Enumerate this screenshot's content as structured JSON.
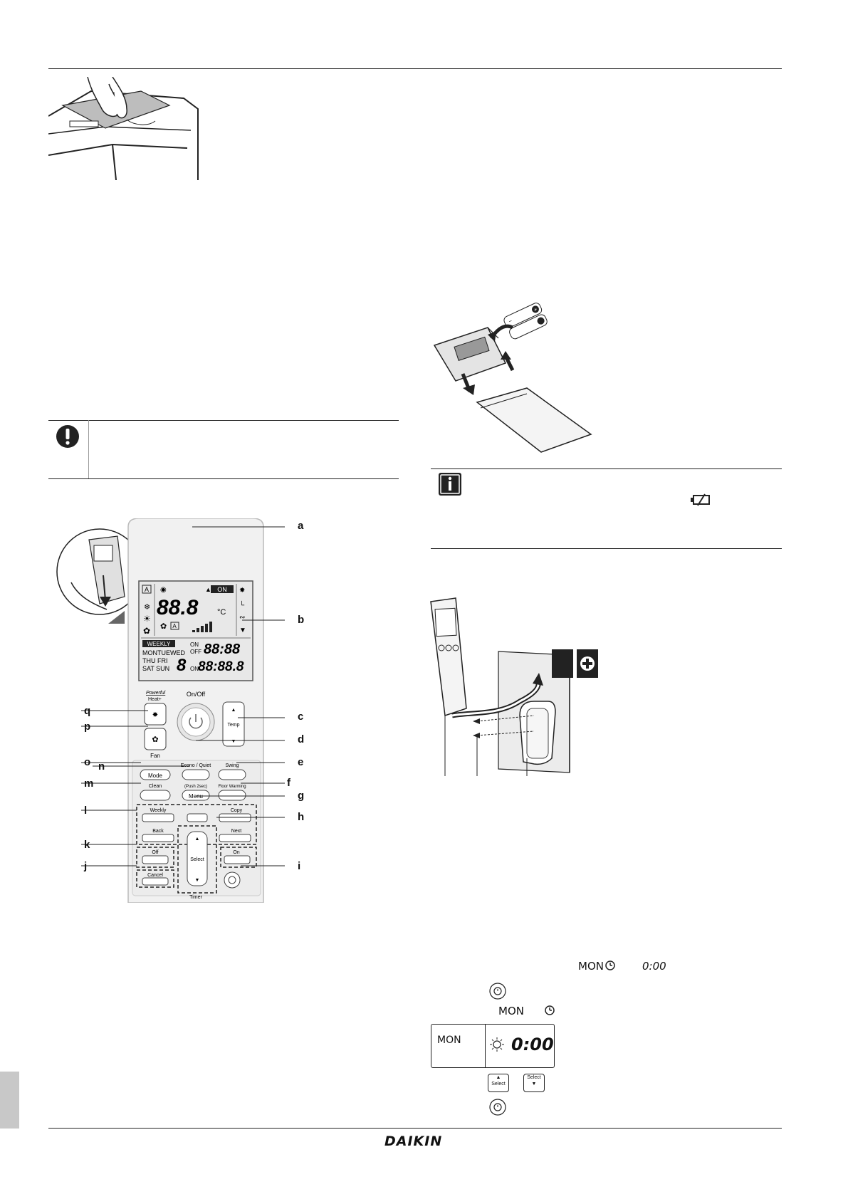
{
  "brand": {
    "logo": "DAIKIN"
  },
  "remote": {
    "callouts": {
      "a": "a",
      "b": "b",
      "c": "c",
      "d": "d",
      "e": "e",
      "f": "f",
      "g": "g",
      "h": "h",
      "i": "i",
      "j": "j",
      "k": "k",
      "l": "l",
      "m": "m",
      "n": "n",
      "o": "o",
      "p": "p",
      "q": "q"
    },
    "labels": {
      "powerful": "Powerful",
      "heat_plus": "Heat+",
      "on_off": "On/Off",
      "temp": "Temp",
      "fan": "Fan",
      "econo_quiet": "Econo / Quiet",
      "swing": "Swing",
      "mode": "Mode",
      "clean": "Clean",
      "push_2sec": "(Push 2sec)",
      "floor_warming": "Floor Warming",
      "menu": "Menu",
      "weekly": "Weekly",
      "copy": "Copy",
      "back": "Back",
      "next": "Next",
      "select": "Select",
      "off": "Off",
      "on": "On",
      "cancel": "Cancel",
      "timer": "Timer"
    },
    "lcd": {
      "temp_digits": "88.8",
      "temp_unit": "°C",
      "on_badge": "ON",
      "weekly_badge": "WEEKLY",
      "days_row1": "MONTUEWED",
      "days_row2": "THU FRI",
      "days_row3": "SAT SUN",
      "day_digit": "8",
      "on_label": "ON",
      "off_label": "OFF",
      "time1": "88:88",
      "time2": "88:88.8",
      "on_label2": "ON",
      "a_box": "A"
    }
  },
  "timer_steps": {
    "mon_text": "MON",
    "time_text": "0:00",
    "mon_text2": "MON",
    "lcd_mon": "MON",
    "lcd_time": "0:00",
    "select_label": "Select",
    "select_label2": "Select"
  },
  "colors": {
    "rule": "#222222",
    "tab": "#c8c8c8",
    "remote_body": "#f1f1f1"
  }
}
